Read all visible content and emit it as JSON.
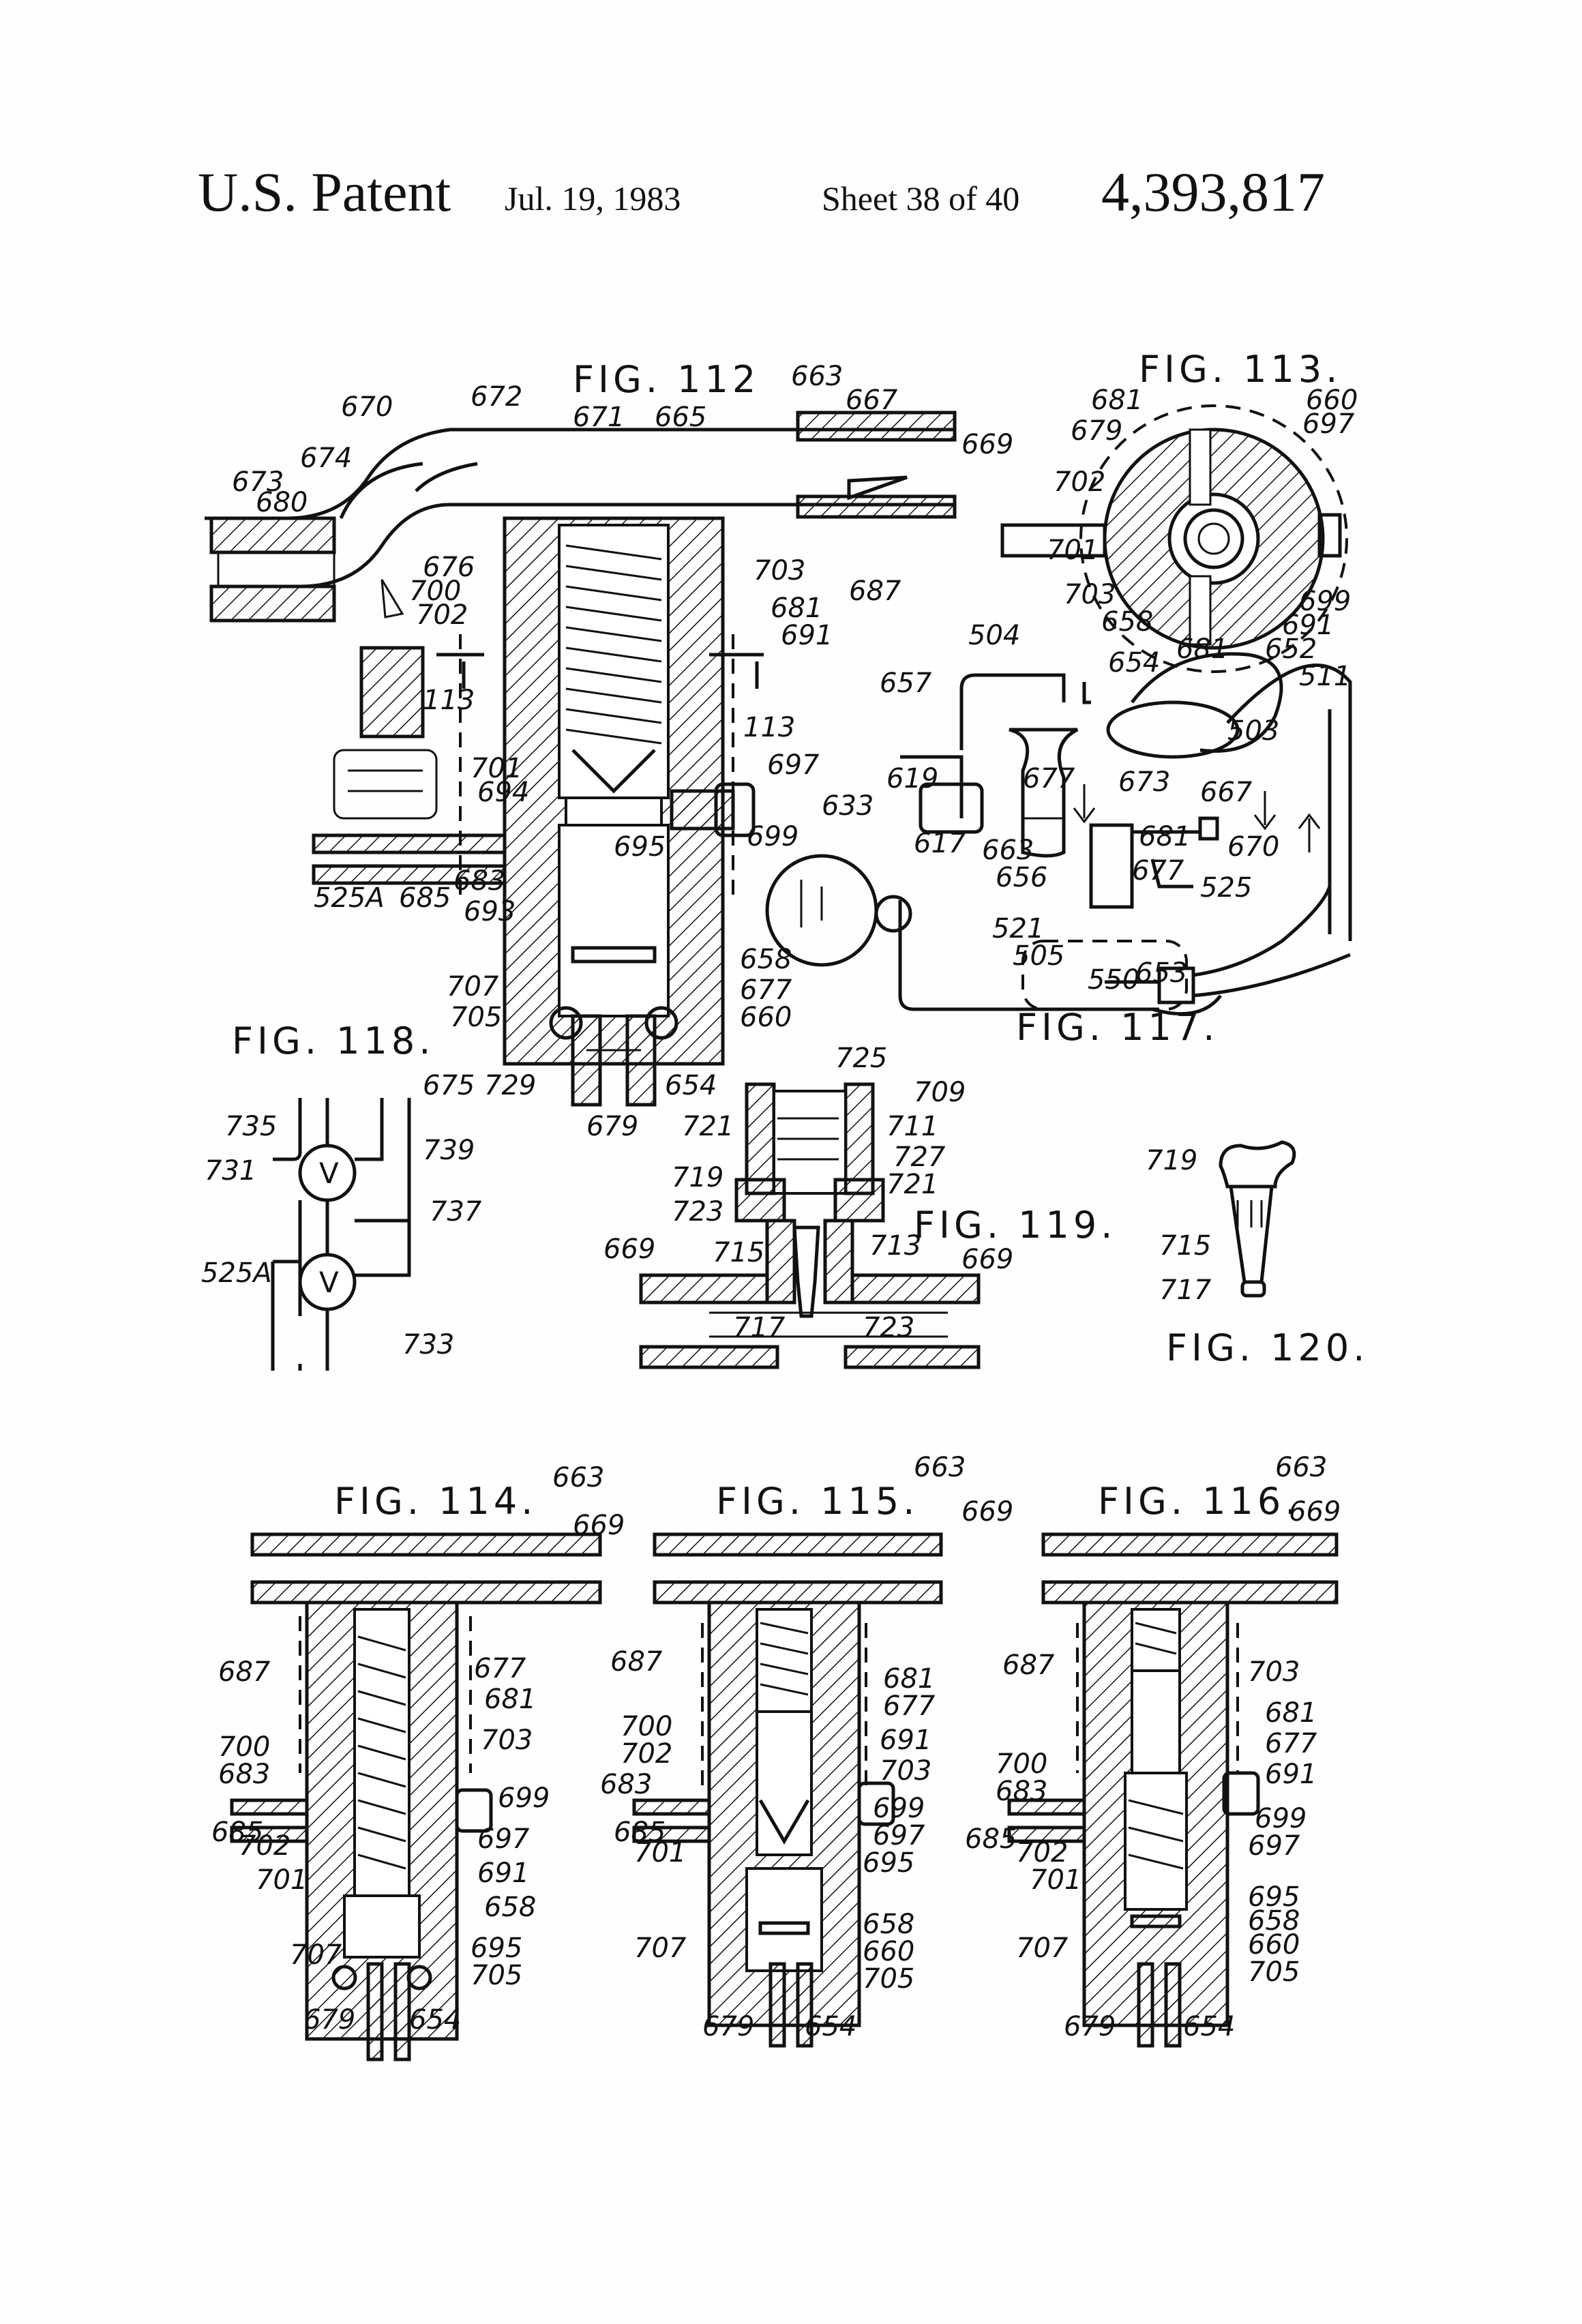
{
  "header": {
    "brand": "U.S. Patent",
    "date": "Jul. 19, 1983",
    "sheet": "Sheet 38 of 40",
    "number": "4,393,817"
  },
  "figures": {
    "fig112": "FIG. 112",
    "fig113": "FIG. 113.",
    "fig114": "FIG. 114.",
    "fig115": "FIG. 115.",
    "fig116": "FIG. 116.",
    "fig117": "FIG. 117.",
    "fig118": "FIG. 118.",
    "fig119": "FIG. 119.",
    "fig120": "FIG. 120."
  },
  "labels": {
    "fig112": [
      "670",
      "672",
      "671",
      "665",
      "663",
      "667",
      "669",
      "673",
      "674",
      "680",
      "676",
      "700",
      "702",
      "703",
      "687",
      "681",
      "691",
      "113",
      "113",
      "701",
      "697",
      "694",
      "695",
      "699",
      "525A",
      "685",
      "683",
      "693",
      "658",
      "707",
      "677",
      "705",
      "660",
      "654",
      "679"
    ],
    "fig113": [
      "681",
      "660",
      "679",
      "697",
      "702",
      "701",
      "703",
      "658",
      "699",
      "691",
      "681"
    ],
    "fig117": [
      "504",
      "654",
      "652",
      "511",
      "657",
      "503",
      "619",
      "677",
      "673",
      "667",
      "633",
      "617",
      "663",
      "681",
      "670",
      "656",
      "677",
      "525",
      "521",
      "505",
      "550",
      "653"
    ],
    "fig118": [
      "675",
      "729",
      "735",
      "739",
      "731",
      "737",
      "525A",
      "733"
    ],
    "fig119": [
      "725",
      "709",
      "721",
      "711",
      "727",
      "719",
      "721",
      "723",
      "713",
      "669",
      "715",
      "669",
      "717",
      "723"
    ],
    "fig120": [
      "719",
      "715",
      "717"
    ],
    "fig114": [
      "663",
      "669",
      "687",
      "677",
      "681",
      "703",
      "700",
      "683",
      "699",
      "685",
      "697",
      "702",
      "691",
      "701",
      "658",
      "707",
      "695",
      "705",
      "679",
      "654"
    ],
    "fig115": [
      "663",
      "669",
      "687",
      "681",
      "677",
      "700",
      "691",
      "702",
      "703",
      "683",
      "699",
      "685",
      "697",
      "701",
      "695",
      "658",
      "707",
      "660",
      "705",
      "679",
      "654"
    ],
    "fig116": [
      "663",
      "669",
      "687",
      "703",
      "681",
      "677",
      "700",
      "691",
      "683",
      "699",
      "685",
      "697",
      "702",
      "701",
      "695",
      "707",
      "658",
      "660",
      "705",
      "679",
      "654"
    ]
  },
  "symbols": {
    "valve_letter": "V"
  }
}
